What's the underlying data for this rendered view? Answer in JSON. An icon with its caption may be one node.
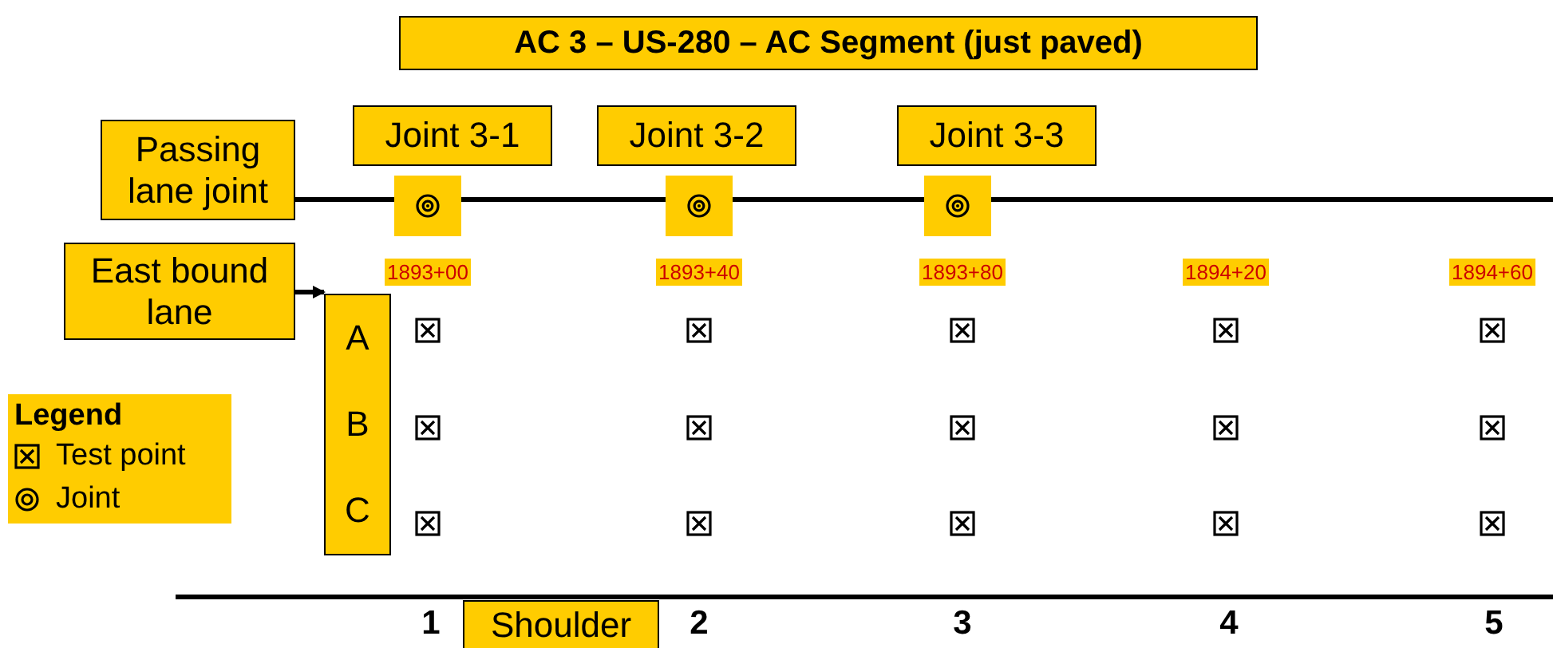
{
  "diagram": {
    "title": "AC 3 – US-280 – AC Segment (just paved)",
    "nodes": [
      {
        "text": [
          "Passing lane joint"
        ]
      },
      {
        "text": [
          "Joint 3-1"
        ]
      },
      {
        "text": [
          "Joint 3-2"
        ]
      },
      {
        "text": [
          "Joint 3-3"
        ]
      },
      {
        "text": [
          "East bound lane"
        ]
      },
      {
        "text": [
          "A",
          "B",
          "C"
        ]
      },
      {
        "text": [
          "Shoulder"
        ]
      }
    ],
    "edges": [
      {
        "from": 4,
        "to": 5,
        "arrow": "to"
      }
    ],
    "labels": [
      "1893+00",
      "1893+40",
      "1893+80",
      "1894+20",
      "1894+60",
      "Legend",
      "1",
      "2",
      "3",
      "4",
      "5"
    ],
    "legend": [
      {
        "text": "Test point"
      },
      {
        "text": "Joint"
      }
    ]
  }
}
